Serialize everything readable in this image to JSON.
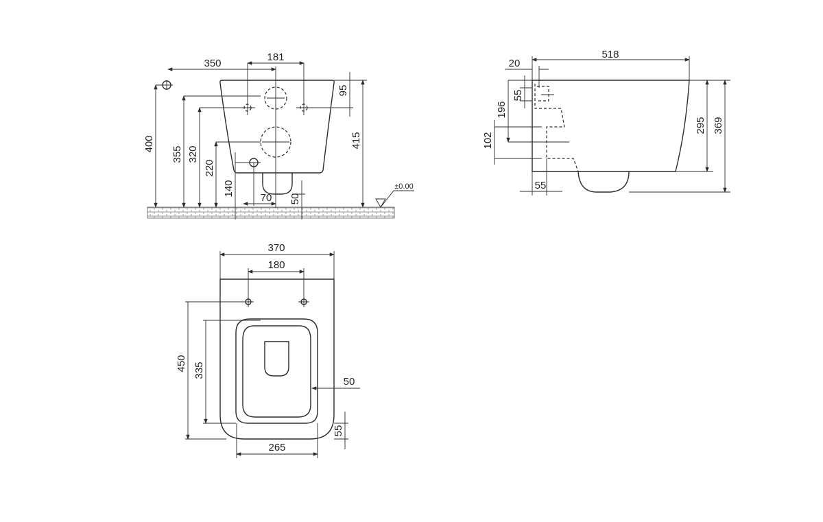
{
  "front_view": {
    "dims": {
      "d350": "350",
      "d181": "181",
      "d95": "95",
      "d415": "415",
      "d400": "400",
      "d355": "355",
      "d320": "320",
      "d220": "220",
      "d140": "140",
      "d70": "70",
      "d50": "50"
    },
    "floor_level": "±0.00"
  },
  "side_view": {
    "dims": {
      "d518": "518",
      "d20": "20",
      "d55top": "55",
      "d196": "196",
      "d102": "102",
      "d55bottom": "55",
      "d295": "295",
      "d369": "369"
    }
  },
  "top_view": {
    "dims": {
      "d370": "370",
      "d180": "180",
      "d450": "450",
      "d335": "335",
      "d50": "50",
      "d55": "55",
      "d265": "265"
    }
  }
}
